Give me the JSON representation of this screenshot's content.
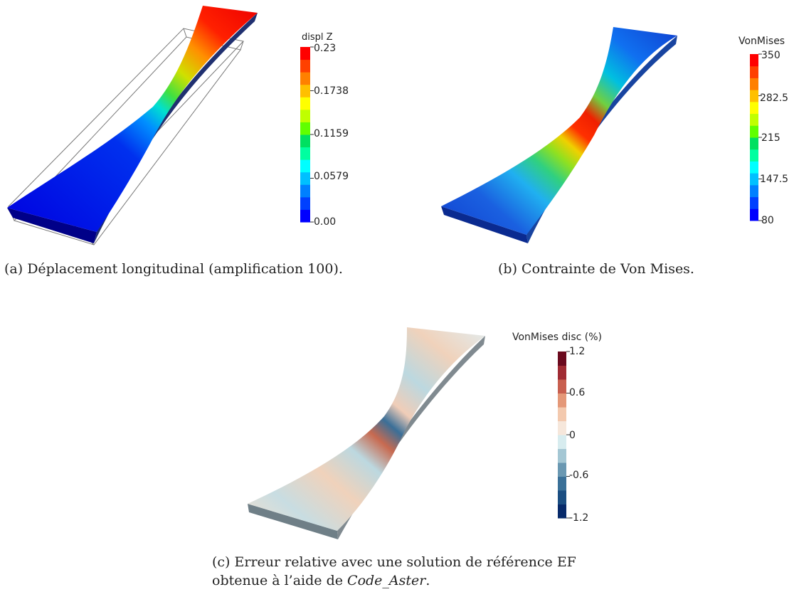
{
  "figure_a": {
    "legend_title": "displ Z",
    "ticks": [
      "0.23",
      "0.1738",
      "0.1159",
      "0.0579",
      "0.00"
    ],
    "caption": "(a) Déplacement longitudinal (amplification 100)."
  },
  "figure_b": {
    "legend_title": "VonMises",
    "ticks": [
      "350",
      "282.5",
      "215",
      "147.5",
      "80"
    ],
    "caption": "(b) Contrainte de Von Mises."
  },
  "figure_c": {
    "legend_title": "VonMises disc (%)",
    "ticks": [
      "1.2",
      "0.6",
      "0",
      "-0.6",
      "-1.2"
    ],
    "caption_line1": "(c) Erreur relative avec une solution de référence EF",
    "caption_line2_pre": "obtenue à l’aide de ",
    "caption_line2_em": "Code_Aster",
    "caption_line2_post": "."
  },
  "colors": {
    "jet": [
      "#0000ff",
      "#0040ff",
      "#0080ff",
      "#00c0ff",
      "#00ffff",
      "#00ffa0",
      "#00e060",
      "#60ff00",
      "#c0ff00",
      "#ffff00",
      "#ffc000",
      "#ff8000",
      "#ff4000",
      "#ff0000"
    ],
    "diverging": [
      "#072a6a",
      "#1b4e82",
      "#3a7098",
      "#6a98b2",
      "#a4c7d4",
      "#d7ecef",
      "#f6e7db",
      "#f3c9ae",
      "#e49878",
      "#c85f4f",
      "#a02b33",
      "#6b0a1e"
    ]
  }
}
